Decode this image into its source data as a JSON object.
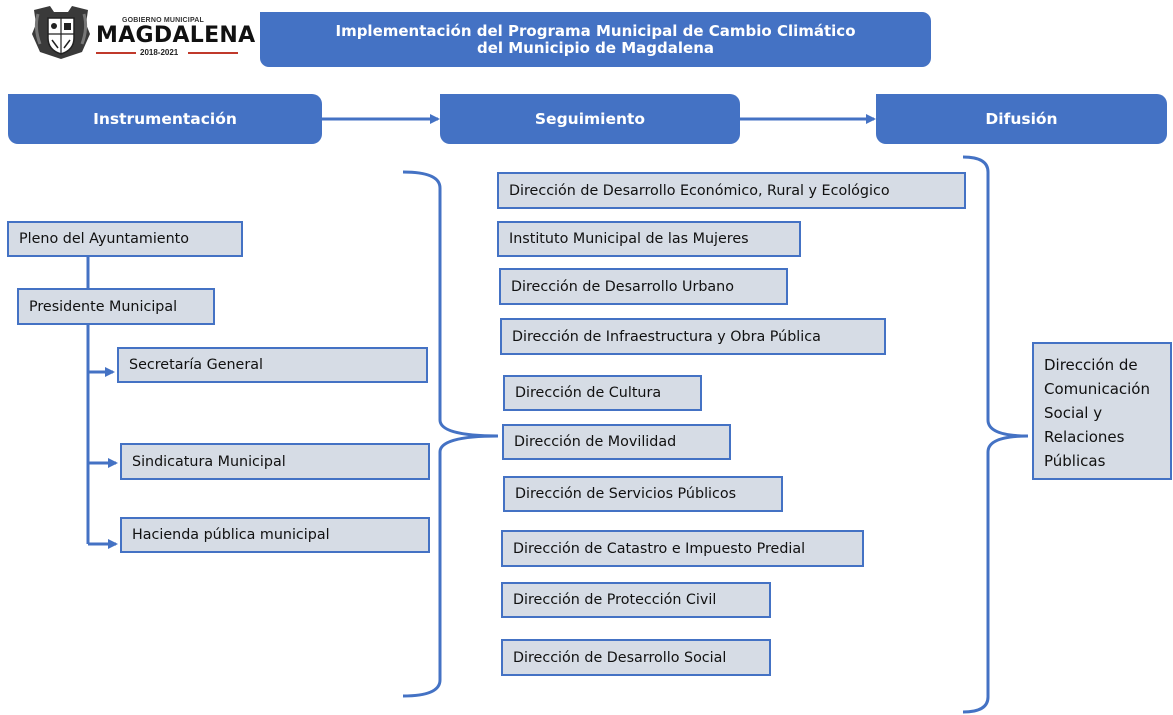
{
  "logo": {
    "subtitle": "GOBIERNO MUNICIPAL",
    "name": "MAGDALENA",
    "years": "2018-2021",
    "crest_icon": "municipal-crest-icon"
  },
  "title": {
    "line1": "Implementación del Programa Municipal de Cambio Climático",
    "line2": "del Municipio de Magdalena"
  },
  "phases": [
    "Instrumentación",
    "Seguimiento",
    "Difusión"
  ],
  "instrumentacion": {
    "top": "Pleno del Ayuntamiento",
    "second": "Presidente Municipal",
    "children": [
      "Secretaría General",
      "Sindicatura Municipal",
      "Hacienda pública municipal"
    ]
  },
  "seguimiento": [
    "Dirección de Desarrollo Económico, Rural y Ecológico",
    "Instituto Municipal de las Mujeres",
    "Dirección de Desarrollo Urbano",
    "Dirección de Infraestructura y Obra Pública",
    "Dirección de Cultura",
    "Dirección de Movilidad",
    "Dirección de Servicios Públicos",
    "Dirección de Catastro e Impuesto Predial",
    "Dirección de Protección Civil",
    "Dirección de Desarrollo Social"
  ],
  "difusion": "Dirección de Comunicación Social y Relaciones Públicas",
  "colors": {
    "accent": "#4472c4",
    "box_fill": "#d6dce5",
    "text": "#111111"
  }
}
